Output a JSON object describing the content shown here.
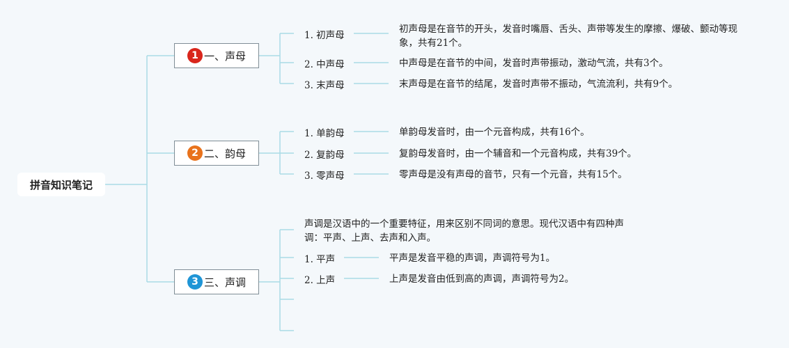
{
  "root": {
    "label": "拼音知识笔记"
  },
  "sections": [
    {
      "number": "1",
      "color": "#d9261c",
      "label": "一、声母",
      "items": [
        {
          "label": "1. 初声母",
          "desc": "初声母是在音节的开头，发音时嘴唇、舌头、声带等发生的摩擦、爆破、颤动等现象，共有21个。"
        },
        {
          "label": "2. 中声母",
          "desc": "中声母是在音节的中间，发音时声带振动，激动气流，共有3个。"
        },
        {
          "label": "3. 末声母",
          "desc": "末声母是在音节的结尾，发音时声带不振动，气流流利，共有9个。"
        }
      ]
    },
    {
      "number": "2",
      "color": "#e8721c",
      "label": "二、韵母",
      "items": [
        {
          "label": "1. 单韵母",
          "desc": "单韵母发音时，由一个元音构成，共有16个。"
        },
        {
          "label": "2. 复韵母",
          "desc": "复韵母发音时，由一个辅音和一个元音构成，共有39个。"
        },
        {
          "label": "3. 零声母",
          "desc": "零声母是没有声母的音节，只有一个元音，共有15个。"
        }
      ]
    },
    {
      "number": "3",
      "color": "#1f95d6",
      "label": "三、声调",
      "intro": "声调是汉语中的一个重要特征，用来区别不同词的意思。现代汉语中有四种声调：平声、上声、去声和入声。",
      "items": [
        {
          "label": "1. 平声",
          "desc": "平声是发音平稳的声调，声调符号为1。"
        },
        {
          "label": "2. 上声",
          "desc": "上声是发音由低到高的声调，声调符号为2。"
        }
      ]
    }
  ],
  "colors": {
    "line": "#a9dbe6"
  }
}
